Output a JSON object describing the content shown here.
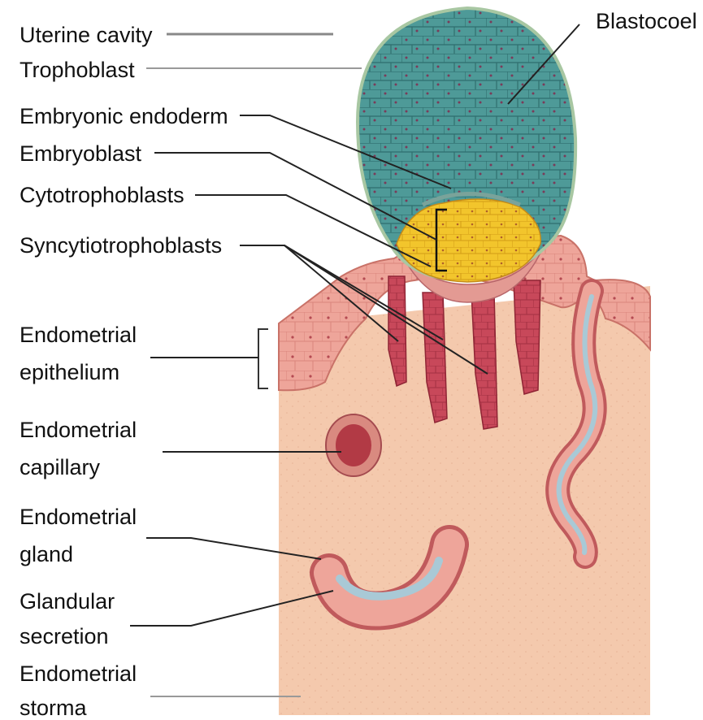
{
  "labels": {
    "uterine_cavity": "Uterine cavity",
    "trophoblast": "Trophoblast",
    "embryonic_endoderm": "Embryonic endoderm",
    "embryoblast": "Embryoblast",
    "cytotrophoblasts": "Cytotrophoblasts",
    "syncytiotrophoblasts": "Syncytiotrophoblasts",
    "endometrial_epithelium_1": "Endometrial",
    "endometrial_epithelium_2": "epithelium",
    "endometrial_capillary_1": "Endometrial",
    "endometrial_capillary_2": "capillary",
    "endometrial_gland_1": "Endometrial",
    "endometrial_gland_2": "gland",
    "glandular_secretion_1": "Glandular",
    "glandular_secretion_2": "secretion",
    "endometrial_storma_1": "Endometrial",
    "endometrial_storma_2": "storma",
    "blastocoel": "Blastocoel"
  },
  "colors": {
    "stroma": "#f4c9ad",
    "epithelium": "#eea59a",
    "syncytio": "#c8485a",
    "blastocyst": "#4e9a98",
    "embryoblast": "#f2c52c",
    "gland_lumen": "#a9c9d6",
    "capillary": "#b23a45"
  }
}
